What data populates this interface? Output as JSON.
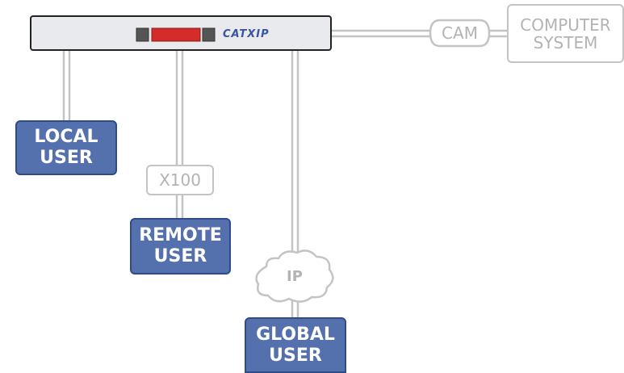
{
  "device": {
    "brand": "CATXIP"
  },
  "cam": {
    "label": "CAM"
  },
  "computer": {
    "line1": "COMPUTER",
    "line2": "SYSTEM"
  },
  "local_user": {
    "line1": "LOCAL",
    "line2": "USER"
  },
  "x100": {
    "label": "X100"
  },
  "remote_user": {
    "line1": "REMOTE",
    "line2": "USER"
  },
  "ip_cloud": {
    "label": "IP"
  },
  "global_user": {
    "line1": "GLOBAL",
    "line2": "USER"
  },
  "colors": {
    "user_fill": "#5470ad",
    "user_border": "#2f4c8a",
    "connector": "#c4c4c4",
    "indicator_red": "#d42b2b",
    "indicator_grey": "#555555",
    "device_fill": "#e8eaee"
  }
}
